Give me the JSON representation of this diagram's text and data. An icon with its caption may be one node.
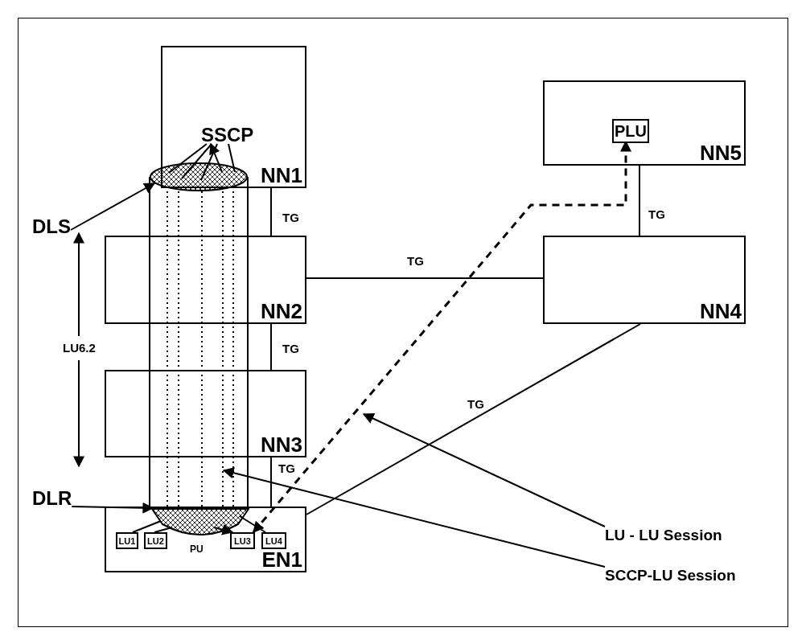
{
  "diagram": {
    "nodes": [
      {
        "text": [
          "NN1"
        ]
      },
      {
        "text": [
          "SSCP"
        ],
        "in": 0
      },
      {
        "text": [],
        "shape": "ellipse"
      },
      {
        "text": [
          "DLS"
        ]
      },
      {
        "text": [
          "NN2"
        ]
      },
      {
        "text": [
          "NN3"
        ]
      },
      {
        "text": [
          "EN1"
        ]
      },
      {
        "text": [],
        "shape": "bowl",
        "in": 6
      },
      {
        "text": [
          "LU1"
        ],
        "in": 6
      },
      {
        "text": [
          "LU2"
        ],
        "in": 6
      },
      {
        "text": [
          "PU"
        ],
        "in": 6
      },
      {
        "text": [
          "LU3"
        ],
        "in": 6
      },
      {
        "text": [
          "LU4"
        ],
        "in": 6
      },
      {
        "text": [
          "DLR"
        ]
      },
      {
        "text": [
          "NN4"
        ]
      },
      {
        "text": [
          "NN5"
        ]
      },
      {
        "text": [
          "PLU"
        ],
        "in": 15
      },
      {
        "text": [
          "LU - LU Session"
        ]
      },
      {
        "text": [
          "SCCP-LU Session"
        ]
      },
      {
        "text": [],
        "shape": "cylinder"
      }
    ],
    "edges": [
      {
        "from": 1,
        "to": 2,
        "arrow": "none"
      },
      {
        "from": 1,
        "to": 2,
        "arrow": "none"
      },
      {
        "from": 1,
        "to": 2,
        "arrow": "none"
      },
      {
        "from": 2,
        "to": 1,
        "arrow": "to"
      },
      {
        "from": 1,
        "to": 2,
        "arrow": "none"
      },
      {
        "from": 3,
        "to": 2,
        "arrow": "to"
      },
      {
        "from": 0,
        "to": 4,
        "arrow": "none",
        "label": "TG"
      },
      {
        "from": 4,
        "to": 5,
        "arrow": "none",
        "label": "TG"
      },
      {
        "from": 5,
        "to": 6,
        "arrow": "none",
        "label": "TG"
      },
      {
        "from": 4,
        "to": 14,
        "arrow": "none",
        "label": "TG"
      },
      {
        "from": 14,
        "to": 15,
        "arrow": "none",
        "label": "TG"
      },
      {
        "from": 14,
        "to": 6,
        "arrow": "none",
        "label": "TG"
      },
      {
        "from": 13,
        "to": 7,
        "arrow": "to"
      },
      {
        "from": 7,
        "to": 8,
        "arrow": "none"
      },
      {
        "from": 7,
        "to": 9,
        "arrow": "none"
      },
      {
        "from": 7,
        "to": 11,
        "arrow": "to"
      },
      {
        "from": 7,
        "to": 12,
        "arrow": "none"
      },
      {
        "from": 11,
        "to": 16,
        "arrow": "both",
        "style": "dashed"
      },
      {
        "from": 17,
        "to": null,
        "arrow": "to"
      },
      {
        "from": 18,
        "to": 19,
        "arrow": "to"
      }
    ],
    "labels": [
      "LU6.2"
    ]
  }
}
